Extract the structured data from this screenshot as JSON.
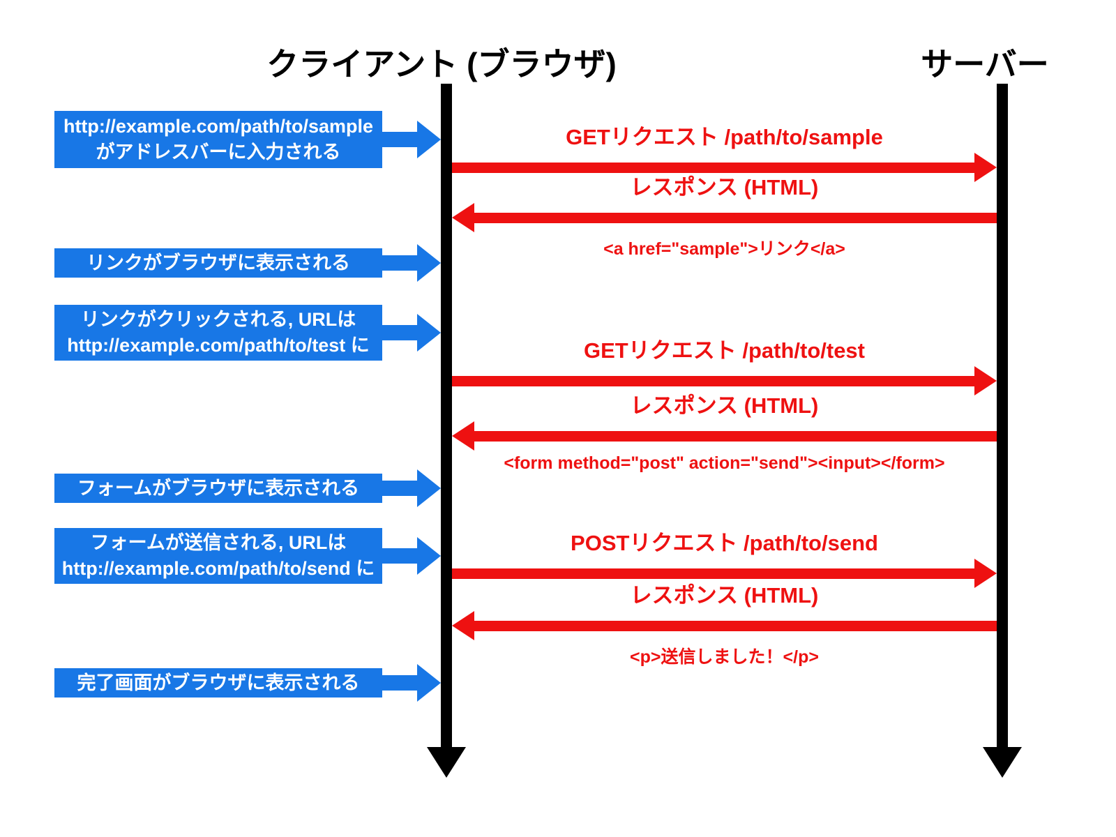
{
  "actors": {
    "client": "クライアント (ブラウザ)",
    "server": "サーバー"
  },
  "events": [
    {
      "lines": [
        "http://example.com/path/to/sample",
        "がアドレスバーに入力される"
      ]
    },
    {
      "lines": [
        "リンクがブラウザに表示される"
      ]
    },
    {
      "lines": [
        "リンクがクリックされる, URLは",
        "http://example.com/path/to/test に"
      ]
    },
    {
      "lines": [
        "フォームがブラウザに表示される"
      ]
    },
    {
      "lines": [
        "フォームが送信される, URLは",
        "http://example.com/path/to/send に"
      ]
    },
    {
      "lines": [
        "完了画面がブラウザに表示される"
      ]
    }
  ],
  "messages": [
    {
      "direction": "right",
      "label": "GETリクエスト /path/to/sample",
      "code": ""
    },
    {
      "direction": "left",
      "label": "レスポンス (HTML)",
      "code": "<a href=\"sample\">リンク</a>"
    },
    {
      "direction": "right",
      "label": "GETリクエスト /path/to/test",
      "code": ""
    },
    {
      "direction": "left",
      "label": "レスポンス (HTML)",
      "code": "<form method=\"post\" action=\"send\"><input></form>"
    },
    {
      "direction": "right",
      "label": "POSTリクエスト /path/to/send",
      "code": ""
    },
    {
      "direction": "left",
      "label": "レスポンス (HTML)",
      "code": "<p>送信しました！</p>"
    }
  ],
  "colors": {
    "event_blue": "#1877E6",
    "message_red": "#EE1111",
    "lifeline_black": "#000000"
  }
}
